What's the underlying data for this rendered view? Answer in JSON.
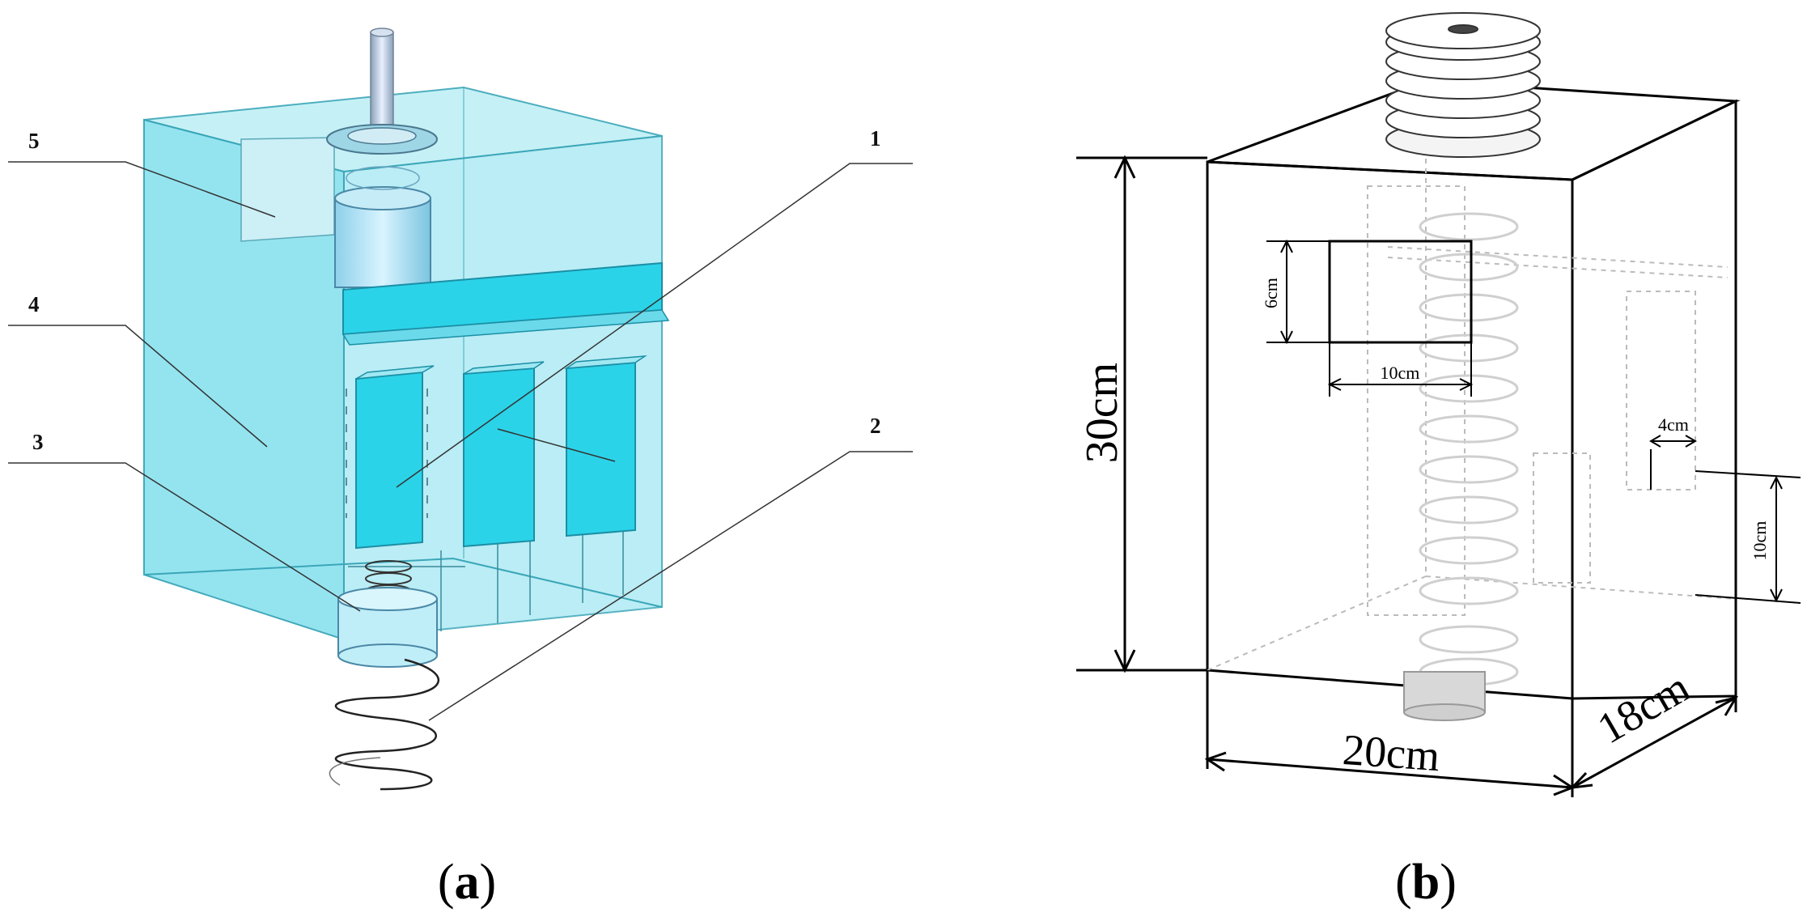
{
  "panel_a": {
    "callouts": [
      "1",
      "2",
      "3",
      "4",
      "5"
    ],
    "caption_letter": "a"
  },
  "panel_b": {
    "dimensions": {
      "height": "30cm",
      "width": "20cm",
      "depth": "18cm",
      "window_height": "6cm",
      "window_width": "10cm",
      "slot_width": "4cm",
      "slot_height": "10cm"
    },
    "caption_letter": "b"
  },
  "colors": {
    "box_fill": "#8fe3f0",
    "box_edge": "#3aa6b8",
    "plate_fill": "#2bd3e8",
    "line": "#000000"
  }
}
